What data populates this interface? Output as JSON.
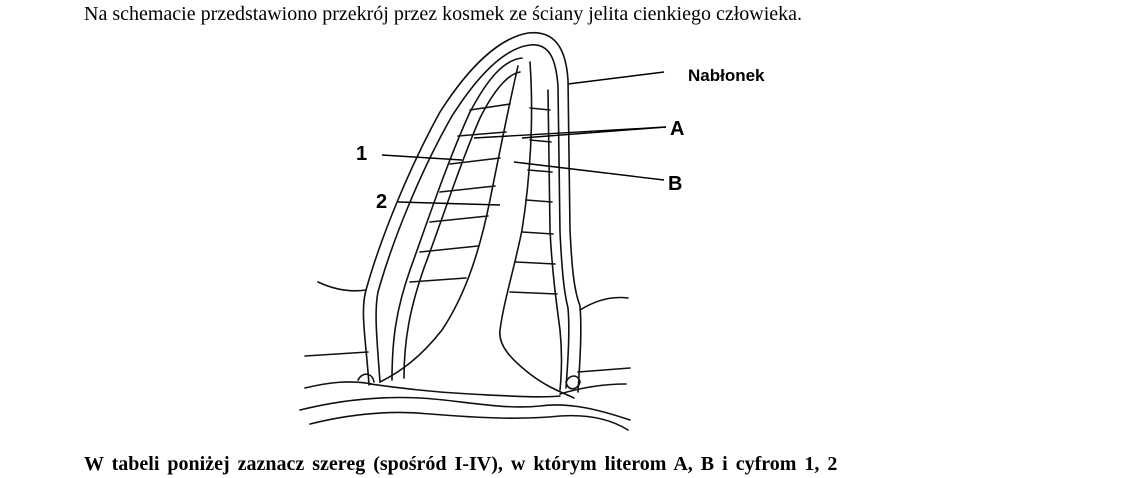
{
  "intro_text": "Na schemacie przedstawiono przekrój przez kosmek ze ściany jelita cienkiego człowieka.",
  "question_text": "W tabeli poniżej zaznacz szereg (spośród I-IV), w którym literom A, B i cyfrom 1, 2",
  "diagram": {
    "labels": {
      "epithelium": "Nabłonek",
      "a": "A",
      "b": "B",
      "one": "1",
      "two": "2"
    }
  }
}
